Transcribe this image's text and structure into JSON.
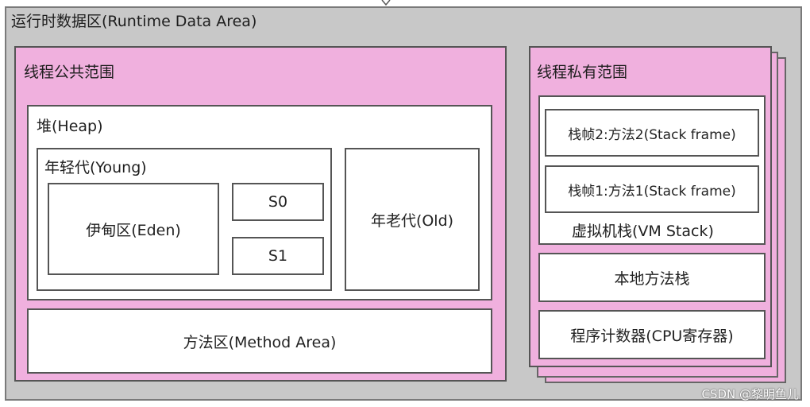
{
  "outer": {
    "title": "运行时数据区(Runtime Data Area)"
  },
  "public": {
    "title": "线程公共范围",
    "heap": {
      "title": "堆(Heap)",
      "young": {
        "title": "年轻代(Young)",
        "eden": "伊甸区(Eden)",
        "s0": "S0",
        "s1": "S1"
      },
      "old": "年老代(Old)"
    },
    "method_area": "方法区(Method Area)"
  },
  "private": {
    "title": "线程私有范围",
    "vm_stack": {
      "label": "虚拟机栈(VM Stack)",
      "frames": [
        "栈帧2:方法2(Stack frame)",
        "栈帧1:方法1(Stack frame)"
      ]
    },
    "native_stack": "本地方法栈",
    "pc_register": "程序计数器(CPU寄存器)"
  },
  "watermark": "CSDN @黎明鱼儿"
}
